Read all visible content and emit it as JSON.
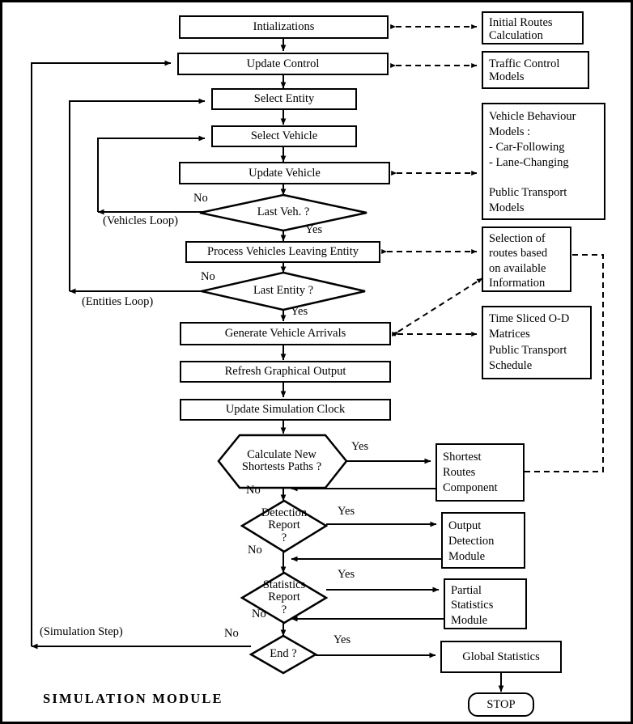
{
  "title": "SIMULATION MODULE",
  "process_nodes": [
    {
      "name": "initializations",
      "label": "Intializations"
    },
    {
      "name": "update-control",
      "label": "Update Control"
    },
    {
      "name": "select-entity",
      "label": "Select Entity"
    },
    {
      "name": "select-vehicle",
      "label": "Select Vehicle"
    },
    {
      "name": "update-vehicle",
      "label": "Update Vehicle"
    },
    {
      "name": "process-vehicles-leaving-entity",
      "label": "Process Vehicles Leaving Entity"
    },
    {
      "name": "generate-vehicle-arrivals",
      "label": "Generate Vehicle Arrivals"
    },
    {
      "name": "refresh-graphical-output",
      "label": "Refresh Graphical Output"
    },
    {
      "name": "update-simulation-clock",
      "label": "Update Simulation Clock"
    },
    {
      "name": "global-statistics",
      "label": "Global Statistics"
    }
  ],
  "decision_nodes": [
    {
      "name": "last-veh",
      "label": "Last Veh. ?",
      "shape": "diamond"
    },
    {
      "name": "last-entity",
      "label": "Last Entity ?",
      "shape": "diamond"
    },
    {
      "name": "calculate-new-shortest-paths",
      "label": "Calculate  New\nShortests Paths ?",
      "shape": "hexagon"
    },
    {
      "name": "detection-report",
      "label": "Detection\nReport\n?",
      "shape": "diamond"
    },
    {
      "name": "statistics-report",
      "label": "Statistics\nReport\n?",
      "shape": "diamond"
    },
    {
      "name": "end",
      "label": "End ?",
      "shape": "diamond"
    }
  ],
  "side_modules": [
    {
      "name": "initial-routes-calculation",
      "label": "Initial Routes\nCalculation"
    },
    {
      "name": "traffic-control-models",
      "label": "Traffic Control\n    Models"
    },
    {
      "name": "vehicle-behaviour-models",
      "label": "Vehicle Behaviour\nModels :\n  - Car-Following\n  - Lane-Changing\n\nPublic Transport\nModels"
    },
    {
      "name": "selection-of-routes",
      "label": "Selection of\nroutes based\non available\nInformation"
    },
    {
      "name": "time-sliced-od-matrices",
      "label": "Time Sliced O-D\n Matrices\n   Public Transport\n   Schedule"
    },
    {
      "name": "shortest-routes-component",
      "label": "Shortest\nRoutes\nComponent"
    },
    {
      "name": "output-detection-module",
      "label": "Output\nDetection\nModule"
    },
    {
      "name": "partial-statistics-module",
      "label": "Partial\nStatistics\nModule"
    }
  ],
  "terminator": {
    "name": "stop",
    "label": "STOP"
  },
  "edge_labels": {
    "last_veh_no": "No",
    "last_veh_yes": "Yes",
    "vehicles_loop": "(Vehicles Loop)",
    "last_entity_no": "No",
    "last_entity_yes": "Yes",
    "entities_loop": "(Entities Loop)",
    "calc_paths_yes": "Yes",
    "calc_paths_no": "No",
    "detection_yes": "Yes",
    "detection_no": "No",
    "statistics_yes": "Yes",
    "statistics_no": "No",
    "end_yes": "Yes",
    "end_no": "No",
    "simulation_step": "(Simulation Step)"
  },
  "colors": {
    "stroke": "#000000",
    "fill": "#ffffff",
    "border": "#000000"
  }
}
